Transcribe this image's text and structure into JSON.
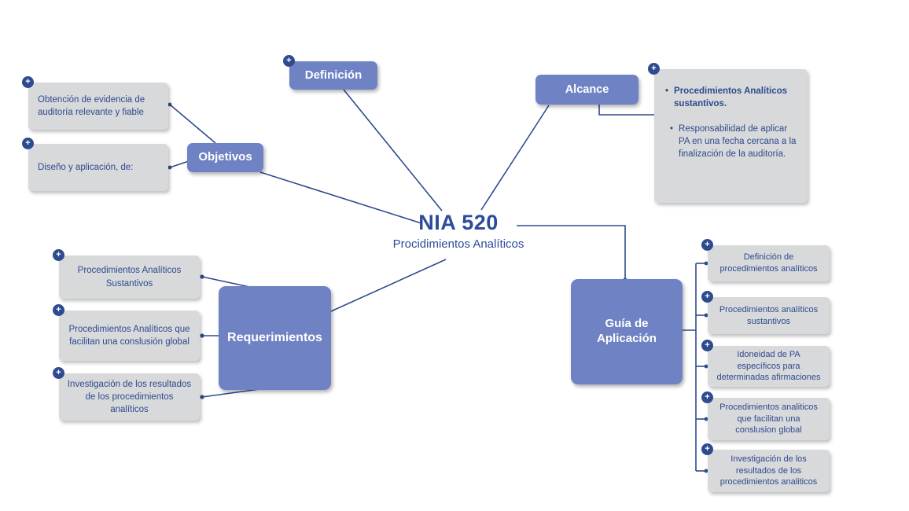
{
  "center": {
    "title": "NIA 520",
    "subtitle": "Procidimientos Analíticos"
  },
  "branches": {
    "definicion": {
      "label": "Definición"
    },
    "alcance": {
      "label": "Alcance",
      "notes": [
        "Procedimientos Analíticos sustantivos.",
        "Responsabilidad de aplicar PA en una fecha cercana a la finalización de la auditoría."
      ]
    },
    "objetivos": {
      "label": "Objetivos",
      "items": [
        "Obtención de evidencia de auditoría relevante y fiable",
        "Diseño  y aplicación, de:"
      ]
    },
    "requerimientos": {
      "label": "Requerimientos",
      "items": [
        "Procedimientos Analíticos Sustantivos",
        "Procedimientos Analíticos que facilitan una conslusión global",
        "Investigación de los resultados de los procedimientos analíticos"
      ]
    },
    "guia": {
      "label": "Guía de Aplicación",
      "items": [
        "Definición de procedimientos analíticos",
        "Procedimientos analíticos sustantivos",
        "Idoneidad de PA específicos para determinadas afirmaciones",
        "Procedimientos analiticos que facilitan una conslusion global",
        "Investigación de los resultados de los procedimientos analiticos"
      ]
    }
  },
  "icons": {
    "plus_icon": "+"
  },
  "bullet": "•",
  "colors": {
    "node_fill": "#6f82c4",
    "leaf_fill": "#d8d9da",
    "accent": "#2e4b90",
    "title_text": "#2c4b9b",
    "background": "#ffffff"
  }
}
